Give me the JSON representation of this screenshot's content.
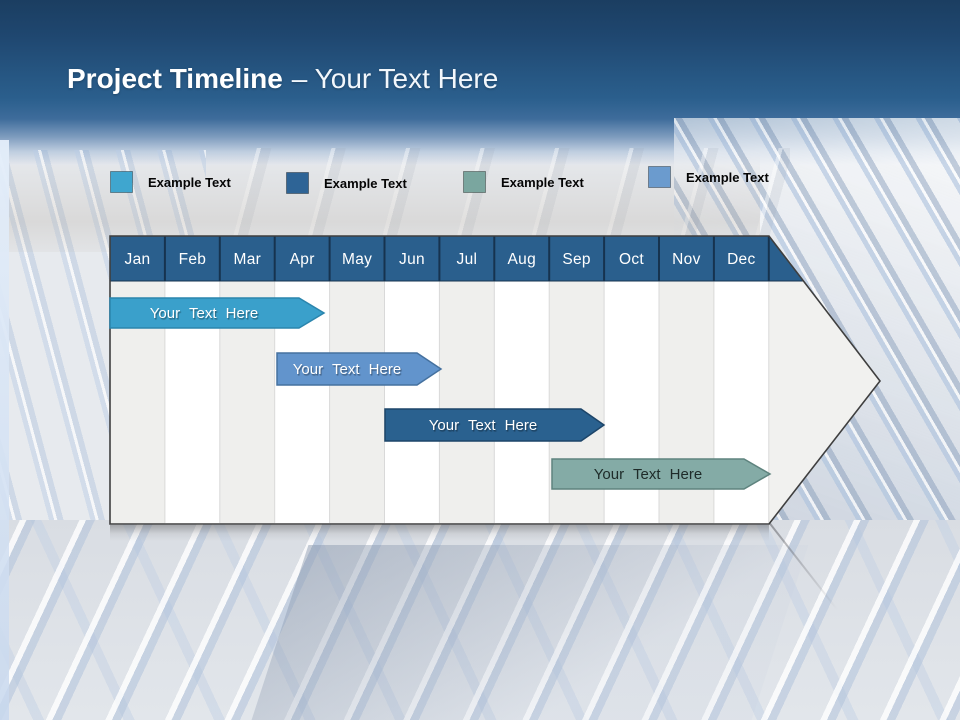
{
  "title": {
    "bold": "Project Timeline",
    "rest": "– Your Text Here"
  },
  "legend": {
    "items": [
      {
        "label": "Example Text",
        "color": "#3FA6CF"
      },
      {
        "label": "Example Text",
        "color": "#2E6496"
      },
      {
        "label": "Example Text",
        "color": "#7AA69F"
      },
      {
        "label": "Example Text",
        "color": "#6B9BCE"
      }
    ]
  },
  "timeline": {
    "type": "gantt-arrow",
    "months": [
      "Jan",
      "Feb",
      "Mar",
      "Apr",
      "May",
      "Jun",
      "Jul",
      "Aug",
      "Sep",
      "Oct",
      "Nov",
      "Dec"
    ],
    "header_fill": "#2A5F8D",
    "bars": [
      {
        "label": "Your Text Here",
        "fill": "#3AA0CB",
        "stroke": "#2B85AD",
        "text_color": "#FFFFFF",
        "span": "Jan–Apr"
      },
      {
        "label": "Your Text Here",
        "fill": "#6294CC",
        "stroke": "#45719F",
        "text_color": "#FFFFFF",
        "span": "Apr–Jun"
      },
      {
        "label": "Your Text Here",
        "fill": "#2A618F",
        "stroke": "#1D4569",
        "text_color": "#FFFFFF",
        "span": "Jun–Aug"
      },
      {
        "label": "Your Text Here",
        "fill": "#84ABA6",
        "stroke": "#5E837E",
        "text_color": "#1E2B29",
        "span": "Sep–Dec"
      }
    ]
  }
}
